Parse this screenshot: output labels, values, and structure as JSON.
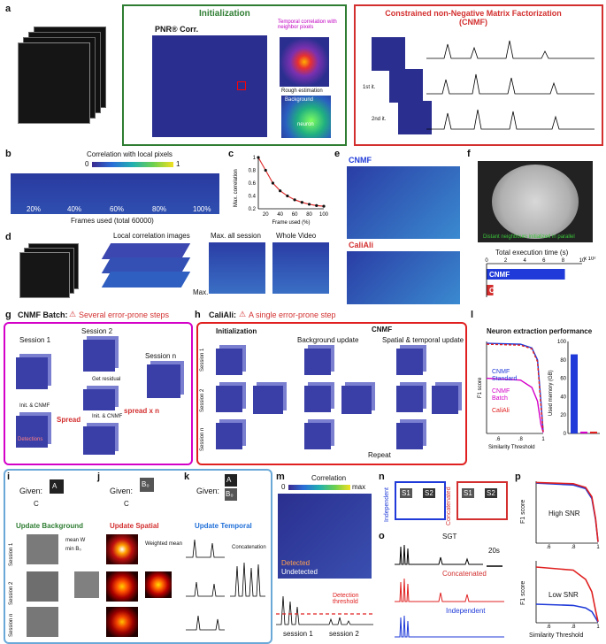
{
  "panels": {
    "a": "a",
    "b": "b",
    "c": "c",
    "d": "d",
    "e": "e",
    "f": "f",
    "g": "g",
    "h": "h",
    "l": "l",
    "i": "i",
    "j": "j",
    "k": "k",
    "m": "m",
    "n": "n",
    "o": "o",
    "p": "p"
  },
  "a": {
    "init_title": "Initialization",
    "pnr_label": "PNR® Corr.",
    "temporal_corr": "Temporal correlation with neighbor pixels",
    "rough_estimation": "Rough estimation",
    "background": "Background",
    "neuron": "neuron",
    "cnmf_title": "Constrained non-Negative Matrix Factorization (CNMF)",
    "first_it": "1st it.",
    "second_it": "2nd it."
  },
  "b": {
    "title": "Correlation with local pixels",
    "cbar_min": "0",
    "cbar_max": "1",
    "frames": [
      "20%",
      "40%",
      "60%",
      "80%",
      "100%"
    ],
    "xlabel": "Frames used (total 60000)"
  },
  "c": {
    "ylabel": "Max. correlation",
    "xlabel": "Frame used (%)",
    "yticks": [
      "1",
      "0.8",
      "0.6",
      "0.4",
      "0.2"
    ],
    "xticks": [
      "20",
      "40",
      "60",
      "80",
      "100"
    ]
  },
  "d": {
    "local_corr": "Local correlation images",
    "max_label": "Max.",
    "max_all": "Max. all session",
    "whole_video": "Whole Video"
  },
  "e": {
    "cnmf": "CNMF",
    "caliali": "CaliAli"
  },
  "f": {
    "caption": "Distant neighbours initialized in parallel",
    "time_title": "Total execution time (s)",
    "xticks": [
      "0",
      "2",
      "4",
      "6",
      "8",
      "10"
    ],
    "exp": "x 10²",
    "bars": [
      "CNMF",
      "CaliAli"
    ]
  },
  "g": {
    "title": "CNMF Batch:",
    "warning": "Several error-prone steps",
    "session1": "Session 1",
    "session2": "Session 2",
    "sessionn": "Session n",
    "init_cnmf": "Init. & CNMF",
    "get_residual": "Get residual",
    "init_cnmf2": "Init. & CNMF",
    "detections": "Detections",
    "spread": "Spread",
    "spread_xn": "spread x n"
  },
  "h": {
    "title": "CaliAli:",
    "warning": "A single error-prone step",
    "initialization": "Initialization",
    "cnmf": "CNMF",
    "bg_update": "Background update",
    "st_update": "Spatial & temporal update",
    "sessions": [
      "Session 1",
      "Session 2",
      "Session n"
    ],
    "repeat": "Repeat"
  },
  "l": {
    "title": "Neuron extraction performance",
    "ylabel": "F1 score",
    "xlabel": "Similarity Threshold",
    "xticks": [
      ".6",
      ".8",
      "1"
    ],
    "legend": [
      "CNMF Standard",
      "CNMF Batch",
      "CaliAli"
    ],
    "mem_label": "Used memory (GB)",
    "mem_ticks": [
      "100",
      "80",
      "60",
      "40",
      "20",
      "0"
    ]
  },
  "chart_data": [
    {
      "type": "line",
      "title": "",
      "xlabel": "Frame used (%)",
      "ylabel": "Max. correlation",
      "x": [
        10,
        20,
        30,
        40,
        50,
        60,
        70,
        80,
        90,
        100
      ],
      "series": [
        {
          "values": [
            1.0,
            0.8,
            0.6,
            0.48,
            0.4,
            0.34,
            0.3,
            0.27,
            0.25,
            0.24
          ]
        }
      ],
      "ylim": [
        0.2,
        1.0
      ]
    },
    {
      "type": "bar",
      "title": "Total execution time (s)",
      "categories": [
        "CNMF",
        "CaliAli"
      ],
      "values": [
        8.2,
        0.7
      ],
      "xlim": [
        0,
        10
      ]
    },
    {
      "type": "bar",
      "ylabel": "Used memory (GB)",
      "categories": [
        "CNMF Standard",
        "CNMF Batch",
        "CaliAli"
      ],
      "values": [
        86,
        2,
        2
      ],
      "ylim": [
        0,
        100
      ]
    }
  ],
  "i": {
    "given": "Given:",
    "a_lbl": "A",
    "c_lbl": "C",
    "title": "Update Background",
    "mean_w": "mean W",
    "min_b": "min B₀",
    "sessions": [
      "Session 1",
      "Session 2",
      "Session n"
    ]
  },
  "j": {
    "given": "Given:",
    "b_lbl": "B₀",
    "c_lbl": "C",
    "title": "Update Spatial",
    "weighted": "Weighted mean"
  },
  "k": {
    "given": "Given:",
    "a_lbl": "A",
    "b_lbl": "B₀",
    "title": "Update Temporal",
    "concat": "Concatenation"
  },
  "m": {
    "title": "Correlation",
    "cmin": "0",
    "cmax": "max",
    "detected": "Detected",
    "undetected": "Undetected",
    "thresh": "Detection threshold",
    "session1": "session 1",
    "session2": "session 2"
  },
  "n": {
    "independent": "Independent",
    "concatenated": "Concatenated",
    "s1": "S1",
    "s2": "S2"
  },
  "o": {
    "sgt": "SGT",
    "concatenated": "Concatenated",
    "independent": "Independent",
    "scale": "20s"
  },
  "p": {
    "ylabel": "F1 score",
    "xlabel": "Similarity Threshold",
    "high": "High SNR",
    "low": "Low SNR",
    "xticks": [
      ".6",
      ".8",
      "1"
    ]
  },
  "colors": {
    "green": "#2e7d32",
    "red": "#d32f2f",
    "magenta": "#d400c8",
    "blue": "#1f3ad8",
    "lightblue": "#6aa8d8"
  }
}
